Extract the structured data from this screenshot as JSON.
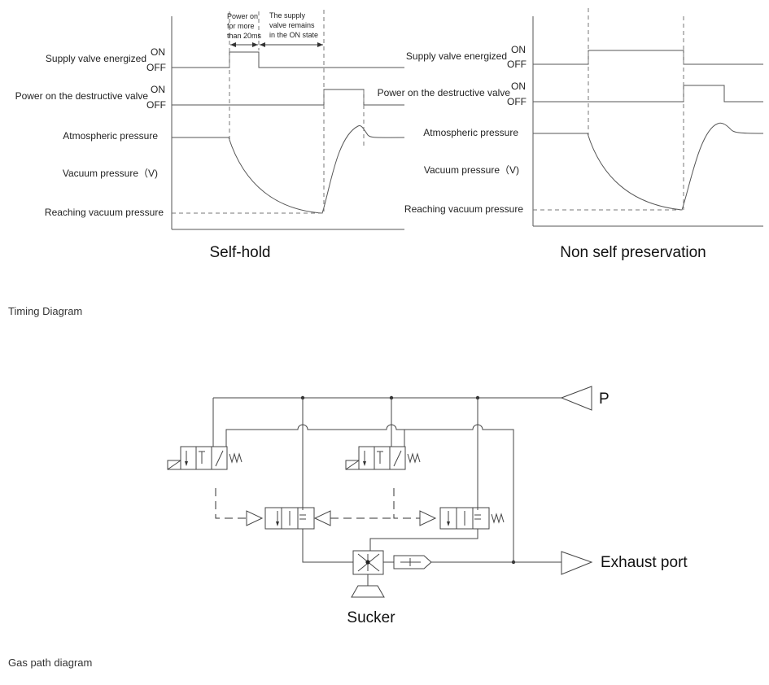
{
  "timing": {
    "left": {
      "title": "Self-hold",
      "labels": {
        "supply": "Supply valve energized",
        "destructive": "Power on the destructive valve",
        "atmospheric": "Atmospheric pressure",
        "vacuum": "Vacuum pressure（V)",
        "reaching": "Reaching vacuum pressure"
      },
      "on": "ON",
      "off": "OFF",
      "note1": [
        "Power on",
        "for more",
        "than 20ms"
      ],
      "note2": [
        "The supply",
        "valve remains",
        "in the ON state"
      ]
    },
    "right": {
      "title": "Non self preservation",
      "labels": {
        "supply": "Supply valve energized",
        "destructive": "Power on the destructive valve",
        "atmospheric": "Atmospheric pressure",
        "vacuum": "Vacuum pressure（V)",
        "reaching": "Reaching vacuum pressure"
      },
      "on": "ON",
      "off": "OFF"
    },
    "caption": "Timing Diagram"
  },
  "gas": {
    "p_label": "P",
    "exhaust_label": "Exhaust port",
    "sucker_label": "Sucker",
    "caption": "Gas path diagram"
  }
}
